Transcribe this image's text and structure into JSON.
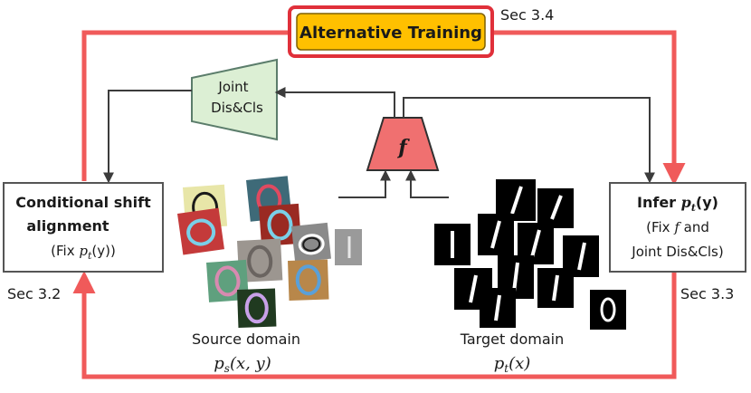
{
  "colors": {
    "loop_red": "#f05a5a",
    "accent_orange": "#ffc000",
    "accent_border": "#e0303a",
    "f_fill": "#f07070",
    "joint_fill": "#dcefd4",
    "arrow_gray": "#3c3c3c"
  },
  "top": {
    "title": "Alternative Training",
    "sec": "Sec 3.4"
  },
  "joint": {
    "line1": "Joint",
    "line2": "Dis&Cls"
  },
  "f": {
    "symbol": "f"
  },
  "left_box": {
    "line1": "Conditional shift",
    "line2": "alignment",
    "line3_prefix": "(Fix ",
    "line3_math": "p",
    "line3_sub": "t",
    "line3_rest": "(y))",
    "sec": "Sec 3.2"
  },
  "right_box": {
    "line1_prefix": "Infer ",
    "line1_math": "p",
    "line1_sub": "t",
    "line1_rest": "(y)",
    "line2_a": "(Fix ",
    "line2_f": "f",
    "line2_b": " and",
    "line3": "Joint Dis&Cls)",
    "sec": "Sec 3.3"
  },
  "source": {
    "label": "Source domain",
    "math": "p",
    "sub": "s",
    "rest": "(x, y)"
  },
  "target": {
    "label": "Target domain",
    "math": "p",
    "sub": "t",
    "rest": "(x)"
  }
}
